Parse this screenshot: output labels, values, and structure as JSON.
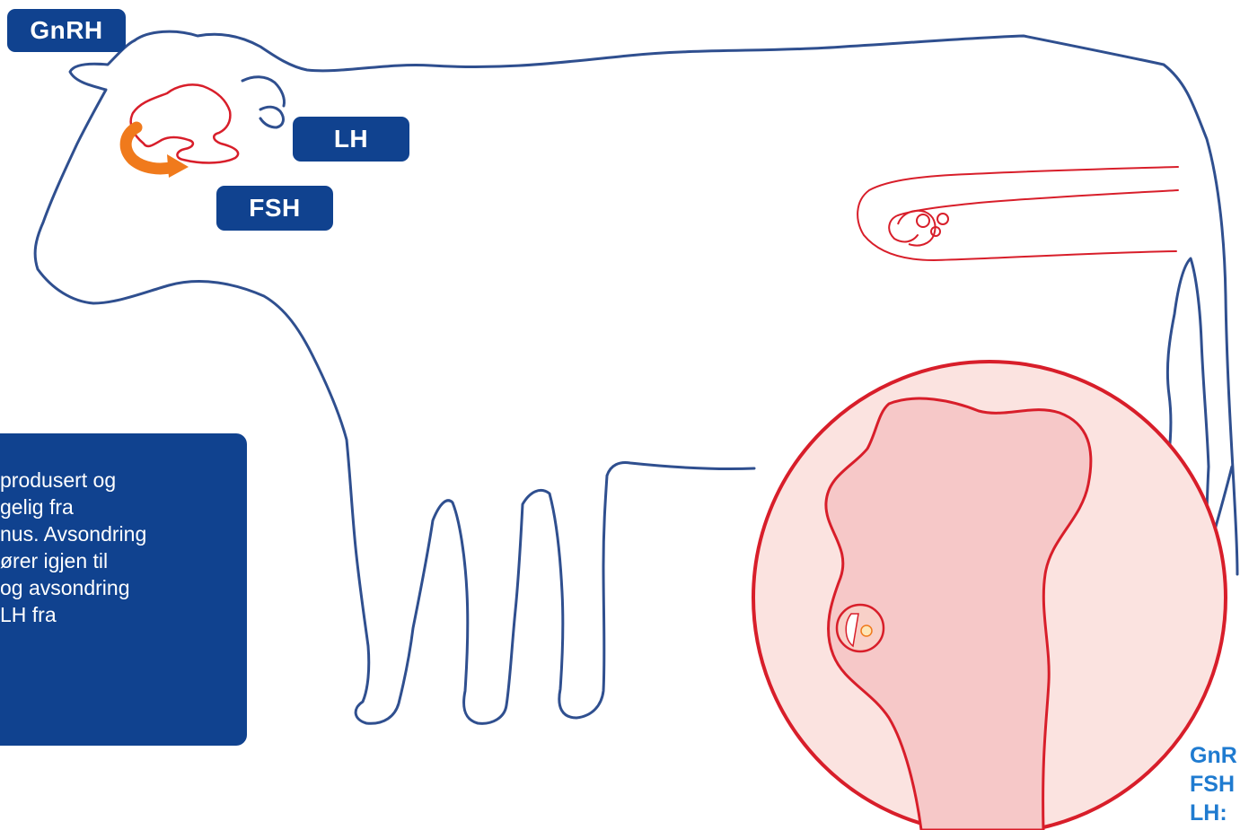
{
  "labels": {
    "gnrh": "GnRH",
    "lh": "LH",
    "fsh": "FSH"
  },
  "info_box": {
    "lines": [
      "produsert og",
      "gelig fra",
      "nus. Avsondring",
      "ører igjen til",
      "og avsondring",
      "LH fra"
    ]
  },
  "legend": {
    "lines": [
      "GnR",
      "FSH",
      "LH:"
    ]
  },
  "colors": {
    "badge_bg": "#10428f",
    "outline": "#2f4f8f",
    "reproductive": "#d81e2a",
    "arrow": "#f07a1c",
    "legend_text": "#1f7bd0",
    "lens_fill": "#fbe3e0",
    "tissue_fill": "#f6c8c8"
  }
}
